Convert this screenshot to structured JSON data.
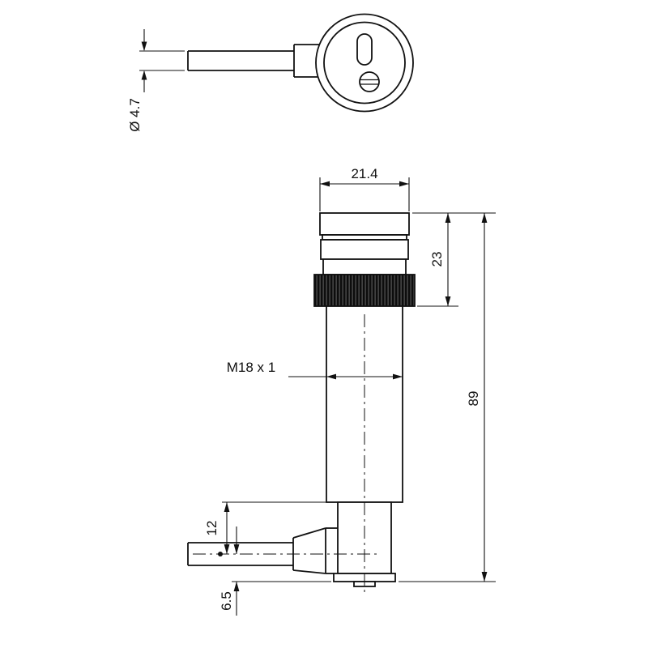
{
  "drawing": {
    "labels": {
      "cable_diameter": "Ø 4.7",
      "head_width": "21.4",
      "head_height": "23",
      "overall_height": "89",
      "thread": "M18 x 1",
      "cable_center_offset": "12",
      "bottom_offset": "6.5"
    },
    "colors": {
      "line": "#111111",
      "background": "#ffffff"
    }
  }
}
